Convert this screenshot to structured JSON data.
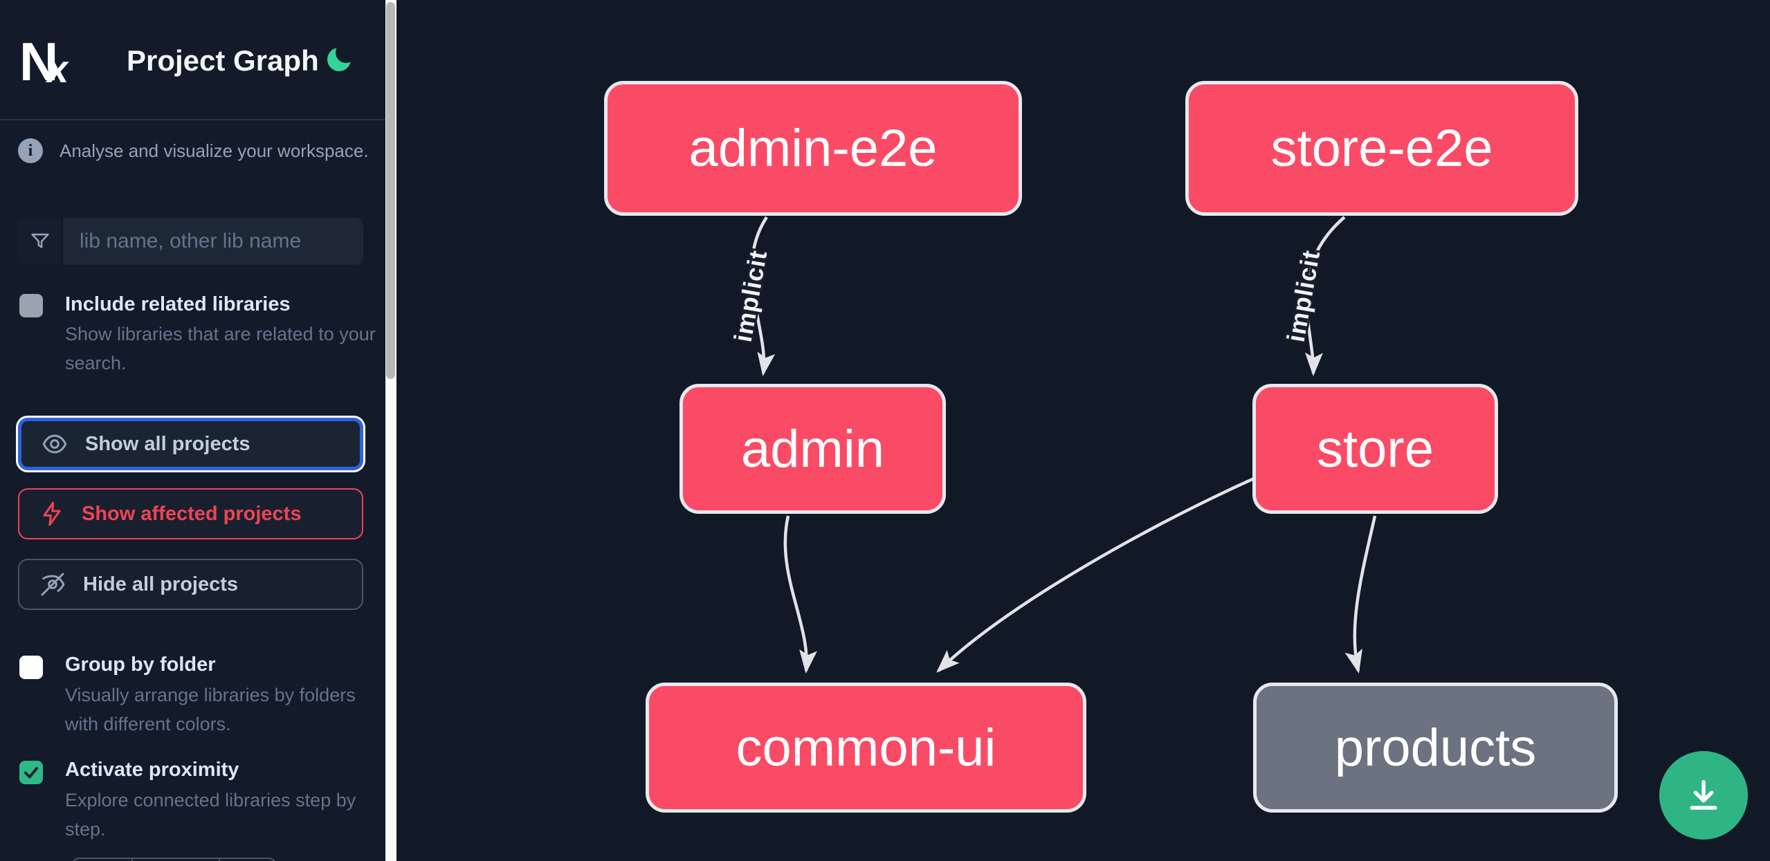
{
  "header": {
    "logo_text": "Nx",
    "title": "Project Graph",
    "theme_icon": "moon",
    "moon_color": "#34d399"
  },
  "sidebar": {
    "tagline": "Analyse and visualize your workspace.",
    "search": {
      "placeholder": "lib name, other lib name",
      "icon": "funnel-icon",
      "value": ""
    },
    "toggles": [
      {
        "label": "Include related libraries",
        "description": "Show libraries that are related to your search.",
        "checked": false
      },
      {
        "label": "Group by folder",
        "description": "Visually arrange libraries by folders with different colors.",
        "checked": false
      },
      {
        "label": "Activate proximity",
        "description": "Explore connected libraries step by step.",
        "checked": true
      }
    ],
    "buttons": [
      {
        "label": "Show all projects",
        "icon": "eye-icon",
        "variant": "focused-blue"
      },
      {
        "label": "Show affected projects",
        "icon": "bolt-icon",
        "variant": "red"
      },
      {
        "label": "Hide all projects",
        "icon": "eye-off-icon",
        "variant": "default"
      }
    ]
  },
  "graph": {
    "nodes": [
      {
        "id": "admin-e2e",
        "label": "admin-e2e",
        "color": "#fa4b66"
      },
      {
        "id": "store-e2e",
        "label": "store-e2e",
        "color": "#fa4b66"
      },
      {
        "id": "admin",
        "label": "admin",
        "color": "#fa4b66"
      },
      {
        "id": "store",
        "label": "store",
        "color": "#fa4b66"
      },
      {
        "id": "common-ui",
        "label": "common-ui",
        "color": "#fa4b66"
      },
      {
        "id": "products",
        "label": "products",
        "color": "#6b7280"
      }
    ],
    "edges": [
      {
        "source": "admin-e2e",
        "target": "admin",
        "label": "implicit"
      },
      {
        "source": "store-e2e",
        "target": "store",
        "label": "implicit"
      },
      {
        "source": "admin",
        "target": "common-ui",
        "label": ""
      },
      {
        "source": "store",
        "target": "common-ui",
        "label": ""
      },
      {
        "source": "store",
        "target": "products",
        "label": ""
      }
    ],
    "edge_color": "#e2e3e7"
  },
  "fab": {
    "action": "download-graph-image",
    "color": "#2fb585"
  },
  "colors": {
    "background": "#111826",
    "sidebar_background": "#131a29",
    "accent_blue": "#2c63e0",
    "accent_red": "#ee4454",
    "accent_green": "#2eba88",
    "node_pink": "#fa4b66",
    "node_gray": "#6b7280"
  }
}
